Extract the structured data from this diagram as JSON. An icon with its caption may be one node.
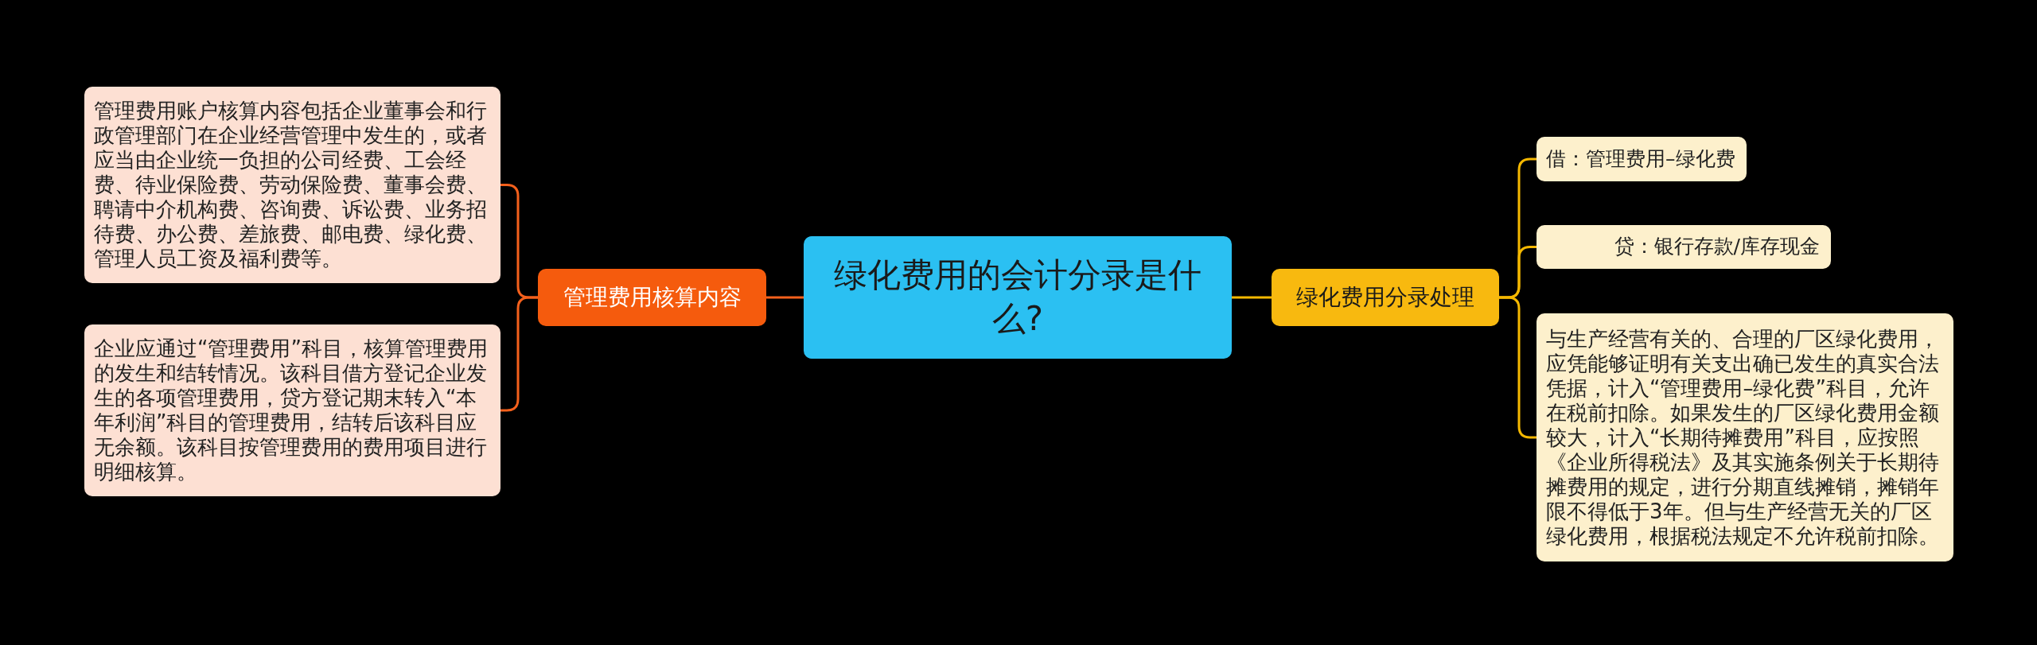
{
  "diagram": {
    "nodes": [
      {
        "text": [
          "绿化费用的会计分录是什么?"
        ]
      },
      {
        "text": [
          "管理费用核算内容"
        ]
      },
      {
        "text": [
          "管理费用账户核算内容包括企业董事会和行政管理部门在企业经营管理中发生的，或者应当由企业统一负担的公司经费、工会经费、待业保险费、劳动保险费、董事会费、聘请中介机构费、咨询费、诉讼费、业务招待费、办公费、差旅费、邮电费、绿化费、管理人员工资及福利费等。"
        ]
      },
      {
        "text": [
          "企业应通过“管理费用”科目，核算管理费用的发生和结转情况。该科目借方登记企业发生的各项管理费用，贷方登记期末转入“本年利润”科目的管理费用，结转后该科目应无余额。该科目按管理费用的费用项目进行明细核算。"
        ]
      },
      {
        "text": [
          "绿化费用分录处理"
        ]
      },
      {
        "text": [
          "借：管理费用–绿化费"
        ]
      },
      {
        "text": [
          "贷：银行存款/库存现金"
        ]
      },
      {
        "text": [
          "与生产经营有关的、合理的厂区绿化费用，应凭能够证明有关支出确已发生的真实合法凭据，计入“管理费用–绿化费”科目，允许在税前扣除。如果发生的厂区绿化费用金额较大，计入“长期待摊费用”科目，应按照《企业所得税法》及其实施条例关于长期待摊费用的规定，进行分期直线摊销，摊销年限不得低于3年。但与生产经营无关的厂区绿化费用，根据税法规定不允许税前扣除。"
        ]
      }
    ],
    "edges": [
      {
        "from": 0,
        "to": 1,
        "arrow": "none",
        "color": "#f4601c"
      },
      {
        "from": 1,
        "to": 2,
        "arrow": "none",
        "color": "#f4601c"
      },
      {
        "from": 1,
        "to": 3,
        "arrow": "none",
        "color": "#f4601c"
      },
      {
        "from": 0,
        "to": 4,
        "arrow": "none",
        "color": "#f5b800"
      },
      {
        "from": 4,
        "to": 5,
        "arrow": "none",
        "color": "#f5b800"
      },
      {
        "from": 4,
        "to": 6,
        "arrow": "none",
        "color": "#f5b800"
      },
      {
        "from": 4,
        "to": 7,
        "arrow": "none",
        "color": "#f5b800"
      }
    ]
  }
}
